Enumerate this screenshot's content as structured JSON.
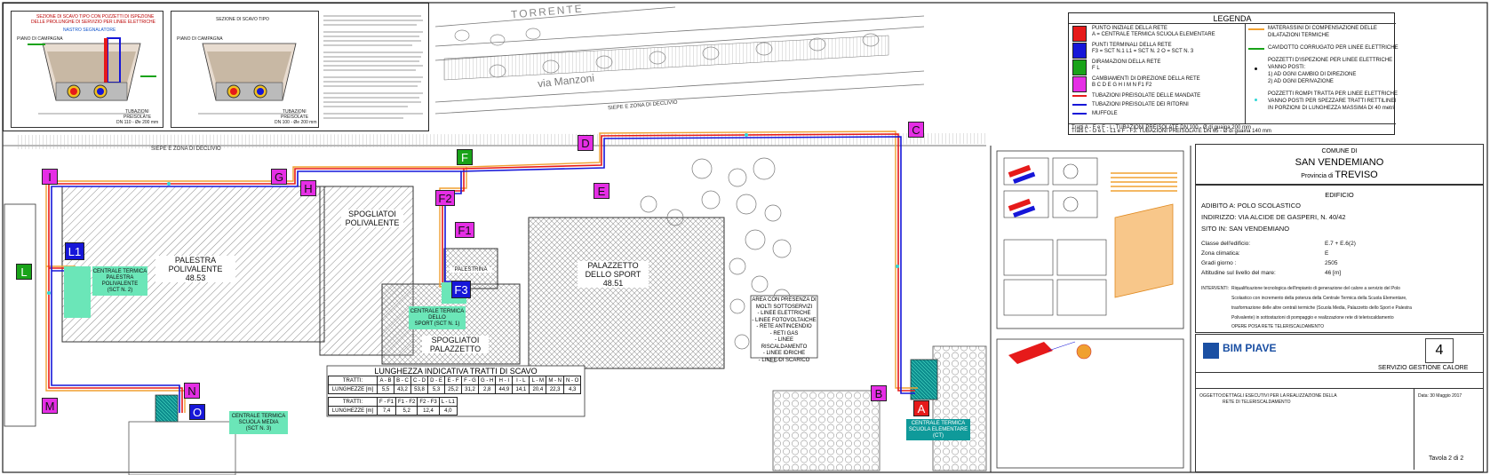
{
  "legend": {
    "title": "LEGENDA",
    "left": [
      {
        "swatch": "#e61a1a",
        "lines": [
          "PUNTO INIZIALE DELLA RETE",
          "A = CENTRALE TERMICA SCUOLA ELEMENTARE"
        ]
      },
      {
        "swatch": "#1616d8",
        "lines": [
          "PUNTI TERMINALI DELLA RETE",
          "F3 = SCT N.1        L1 = SCT N. 2        O = SCT N. 3"
        ]
      },
      {
        "swatch": "#19a319",
        "lines": [
          "DIRAMAZIONI DELLA RETE",
          "F        L"
        ]
      },
      {
        "swatch": "#e52ee5",
        "lines": [
          "CAMBIAMENTI DI DIREZIONE DELLA RETE",
          "B   C   D   E   G   H   I   M   N   F1   F2"
        ]
      },
      {
        "line": "#e61a1a",
        "lines": [
          "TUBAZIONI PREISOLATE DELLE MANDATE"
        ]
      },
      {
        "line": "#1616d8",
        "lines": [
          "TUBAZIONI PREISOLATE DEI RITORNI"
        ]
      },
      {
        "line": "#1616d8",
        "lines": [
          "MUFFOLE"
        ]
      }
    ],
    "right": [
      {
        "lines": [
          "MATERASSINI DI COMPENSAZIONE DELLE",
          "DILATAZIONI TERMICHE"
        ]
      },
      {
        "lines": [
          "CAVIDOTTO CORRUGATO PER LINEE ELETTRICHE"
        ]
      },
      {
        "lines": [
          "POZZETTI D'ISPEZIONE PER LINEE ELETTRICHE",
          "VANNO POSTI:",
          "1) AD OGNI CAMBIO DI DIREZIONE",
          "2) AD OGNI DERIVAZIONE"
        ]
      },
      {
        "lines": [
          "POZZETTI ROMPI TRATTA PER LINEE ELETTRICHE",
          "VANNO POSTI PER SPEZZARE TRATTI RETTILINEI",
          "IN PORZIONI DI LUNGHEZZA MASSIMA DI 40 metri"
        ]
      }
    ],
    "notes": [
      "Tratti A - F e F - L: TUBAZIONI PREISOLATE DN 100 - Ø di guaina 200 mm",
      "Tratti L - O e L - L1 e F - F3: TUBAZIONI PREISOLATE DN 65 - Ø di guaina 140 mm"
    ]
  },
  "markers": {
    "A": "A",
    "B": "B",
    "C": "C",
    "D": "D",
    "E": "E",
    "F": "F",
    "F1": "F1",
    "F2": "F2",
    "F3": "F3",
    "G": "G",
    "H": "H",
    "I": "I",
    "L": "L",
    "L1": "L1",
    "M": "M",
    "N": "N",
    "O": "O"
  },
  "buildings": {
    "palestra": [
      "PALESTRA",
      "POLIVALENTE",
      "48.53"
    ],
    "palazzetto": [
      "PALAZZETTO",
      "DELLO SPORT",
      "48.51"
    ],
    "spogliatoi_poli": [
      "SPOGLIATOI",
      "POLIVALENTE"
    ],
    "spogliatoi_pal": [
      "SPOGLIATOI",
      "PALAZZETTO"
    ],
    "palestrina": "PALESTRINA"
  },
  "central": {
    "palestra": [
      "CENTRALE TERMICA",
      "PALESTRA",
      "POLIVALENTE",
      "(SCT N. 2)"
    ],
    "palazzetto": [
      "CENTRALE TERMICA",
      "DELLO",
      "SPORT (SCT N. 1)"
    ],
    "media": [
      "CENTRALE TERMICA",
      "SCUOLA MEDIA",
      "(SCT N. 3)"
    ],
    "elementare": [
      "CENTRALE TERMICA",
      "SCUOLA ELEMENTARE",
      "(CT)"
    ]
  },
  "area_note": [
    "AREA CON PRESENZA DI",
    "MOLTI SOTTOSERVIZI",
    "- LINEE ELETTRICHE",
    "- LINEE FOTOVOLTAICHE",
    "- RETE ANTINCENDIO",
    "- RETI GAS",
    "- LINEE RISCALDAMENTO",
    "- LINEE IDRICHE",
    "- LINEE DI SCARICO"
  ],
  "streets": {
    "torrente": "TORRENTE",
    "manzoni": "via Manzoni",
    "siepe_top": "SIEPE E ZONA DI DECLIVIO",
    "siepe_left": "SIEPE E ZONA DI DECLIVIO"
  },
  "lengths": {
    "title": "LUNGHEZZA INDICATIVA TRATTI DI SCAVO",
    "row1_head": "TRATTI:",
    "row1": [
      "A - B",
      "B - C",
      "C - D",
      "D - E",
      "E - F",
      "F - G",
      "G - H",
      "H - I",
      "I - L",
      "L - M",
      "M - N",
      "N - O"
    ],
    "len_head": "LUNGHEZZE [m]",
    "len1": [
      "5,5",
      "43,2",
      "53,8",
      "5,3",
      "25,2",
      "31,2",
      "2,8",
      "44,9",
      "14,1",
      "20,4",
      "22,3",
      "4,3"
    ],
    "row2": [
      "F - F1",
      "F1 - F2",
      "F2 - F3",
      "L - L1"
    ],
    "len2": [
      "7,4",
      "5,2",
      "12,4",
      "4,0"
    ]
  },
  "sections": {
    "left_title": [
      "SEZIONE DI SCAVO TIPO CON POZZETTI DI ISPEZIONE",
      "DELLE PROLUNGHE DI SERVIZIO PER LINEE ELETTRICHE"
    ],
    "right_title": "SEZIONE DI SCAVO TIPO",
    "left_ground": "PIANO DI CAMPAGNA",
    "right_ground": "PIANO DI CAMPAGNA",
    "cavidotto": "NASTRO SEGNALATORE",
    "tubazioni": [
      "TUBAZIONI",
      "PREISOLATE",
      "DN 110 - Øe 200 mm"
    ],
    "tubazioni2": [
      "TUBAZIONI",
      "PREISOLATE",
      "DN 100 - Øe 200 mm"
    ]
  },
  "info": {
    "comune": "COMUNE DI",
    "city": "SAN VENDEMIANO",
    "provincia_label": "Provincia di",
    "provincia": "TREVISO",
    "edificio": "EDIFICIO",
    "adibito": "ADIBITO A:  POLO SCOLASTICO",
    "indirizzo": "INDIRIZZO:  VIA ALCIDE DE GASPERI, N. 40/42",
    "sito": "SITO IN:     SAN VENDEMIANO",
    "classe_label": "Classe dell'edificio:",
    "classe": "E.7 + E.6(2)",
    "zona_label": "Zona climatica:",
    "zona": "E",
    "gradi_label": "Gradi giorno :",
    "gradi": "2505",
    "alt_label": "Altitudine sul livello del mare:",
    "alt": "46 [m]",
    "interventi_label": "INTERVENTI:",
    "interventi": [
      "Riqualificazione tecnologica dell'impianto di generazione del calore a servizio del Polo",
      "Scolastico con incremento della potenza della Centrale Termica della Scuola Elementare,",
      "trasformazione delle altre centrali termiche (Scuola Media, Palazzetto dello Sport e Palestra",
      "Polivalente) in sottostazioni di pompaggio e realizzazione rete di teleriscaldamento",
      "OPERE POSA RETE TELERISCALDAMENTO"
    ],
    "logo": "BIM PIAVE",
    "servizio": "SERVIZIO GESTIONE CALORE",
    "oggetto_label": "OGGETTO:",
    "oggetto": [
      "DETTAGLI ESECUTIVI PER LA REALIZZAZIONE DELLA",
      "RETE DI TELERISCALDAMENTO"
    ],
    "data": "Data: 30 Maggio 2017",
    "tavola": "Tavola 2 di 2"
  },
  "colors": {
    "mandata": "#e61a1a",
    "ritorno": "#1616d8",
    "cavidotto": "#f0a030",
    "ct": "#6be6b8"
  }
}
